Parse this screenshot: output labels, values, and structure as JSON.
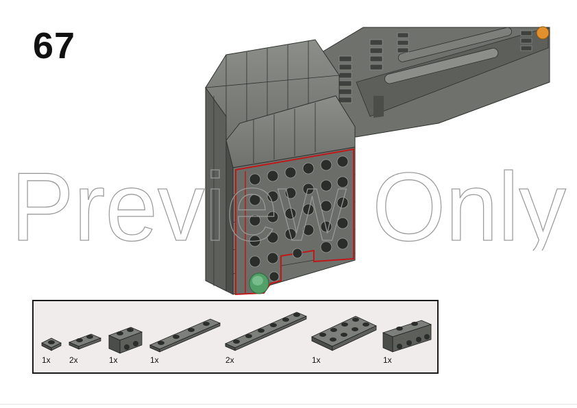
{
  "step": {
    "number": "67"
  },
  "watermark": {
    "text": "Preview Only"
  },
  "colors": {
    "brick": "#6e716c",
    "brick_dark": "#4b4d49",
    "brick_light": "#8b8e89",
    "highlight": "#c01818",
    "trans_green": "#4fa869",
    "orange": "#e0902c",
    "box_bg": "#f1ecec"
  },
  "parts": [
    {
      "name": "plate-1x1",
      "qty": "1x"
    },
    {
      "name": "plate-1x2",
      "qty": "2x"
    },
    {
      "name": "bracket-1x2-2x2",
      "qty": "1x"
    },
    {
      "name": "plate-1x4",
      "qty": "1x"
    },
    {
      "name": "plate-1x6",
      "qty": "2x"
    },
    {
      "name": "plate-2x4",
      "qty": "1x"
    },
    {
      "name": "bracket-1x2-1x4",
      "qty": "1x"
    }
  ]
}
